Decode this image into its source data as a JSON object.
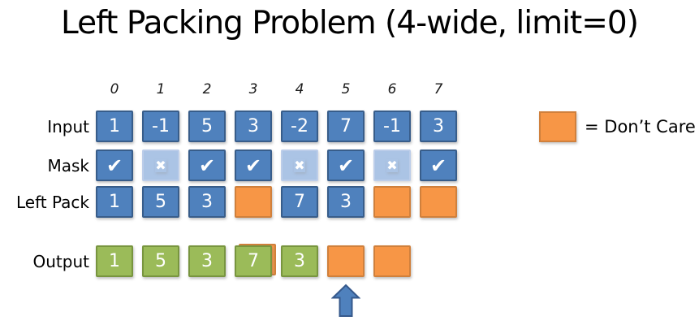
{
  "title": "Left Packing Problem (4-wide, limit=0)",
  "column_indices": [
    "0",
    "1",
    "2",
    "3",
    "4",
    "5",
    "6",
    "7"
  ],
  "rows": [
    {
      "id": "input",
      "label": "Input",
      "cells": [
        {
          "type": "num-blue",
          "value": "1"
        },
        {
          "type": "num-blue",
          "value": "-1"
        },
        {
          "type": "num-blue",
          "value": "5"
        },
        {
          "type": "num-blue",
          "value": "3"
        },
        {
          "type": "num-blue",
          "value": "-2"
        },
        {
          "type": "num-blue",
          "value": "7"
        },
        {
          "type": "num-blue",
          "value": "-1"
        },
        {
          "type": "num-blue",
          "value": "3"
        }
      ]
    },
    {
      "id": "mask",
      "label": "Mask",
      "cells": [
        {
          "type": "check",
          "icon": "check-icon",
          "glyph": "✔"
        },
        {
          "type": "cross",
          "icon": "cross-icon",
          "glyph": "✖"
        },
        {
          "type": "check",
          "icon": "check-icon",
          "glyph": "✔"
        },
        {
          "type": "check",
          "icon": "check-icon",
          "glyph": "✔"
        },
        {
          "type": "cross",
          "icon": "cross-icon",
          "glyph": "✖"
        },
        {
          "type": "check",
          "icon": "check-icon",
          "glyph": "✔"
        },
        {
          "type": "cross",
          "icon": "cross-icon",
          "glyph": "✖"
        },
        {
          "type": "check",
          "icon": "check-icon",
          "glyph": "✔"
        }
      ]
    },
    {
      "id": "left_pack",
      "label": "Left Pack",
      "cells": [
        {
          "type": "num-blue",
          "value": "1"
        },
        {
          "type": "num-blue",
          "value": "5"
        },
        {
          "type": "num-blue",
          "value": "3"
        },
        {
          "type": "dc"
        },
        {
          "type": "num-blue",
          "value": "7"
        },
        {
          "type": "num-blue",
          "value": "3"
        },
        {
          "type": "dc"
        },
        {
          "type": "dc"
        }
      ]
    },
    {
      "id": "output",
      "label": "Output",
      "cells": [
        {
          "type": "num-green",
          "value": "1"
        },
        {
          "type": "num-green",
          "value": "5"
        },
        {
          "type": "num-green",
          "value": "3"
        },
        {
          "type": "num-green",
          "value": "7",
          "behind": "dc"
        },
        {
          "type": "num-green",
          "value": "3"
        },
        {
          "type": "dc"
        },
        {
          "type": "dc"
        }
      ]
    }
  ],
  "legend": {
    "label": "= Don’t Care",
    "swatch_meaning": "dont-care"
  },
  "pointer": {
    "column": 5,
    "meaning": "first dont-care position in output"
  },
  "colors": {
    "blue_fill": "#4F81BD",
    "blue_border": "#385D8A",
    "lightblue_fill": "#ABC4E5",
    "lightblue_border": "#BCCDE9",
    "orange_fill": "#F79646",
    "orange_border": "#D0803C",
    "green_fill": "#9BBB59",
    "green_border": "#78953F",
    "arrow_fill": "#4F81BD",
    "arrow_border": "#36598C"
  }
}
